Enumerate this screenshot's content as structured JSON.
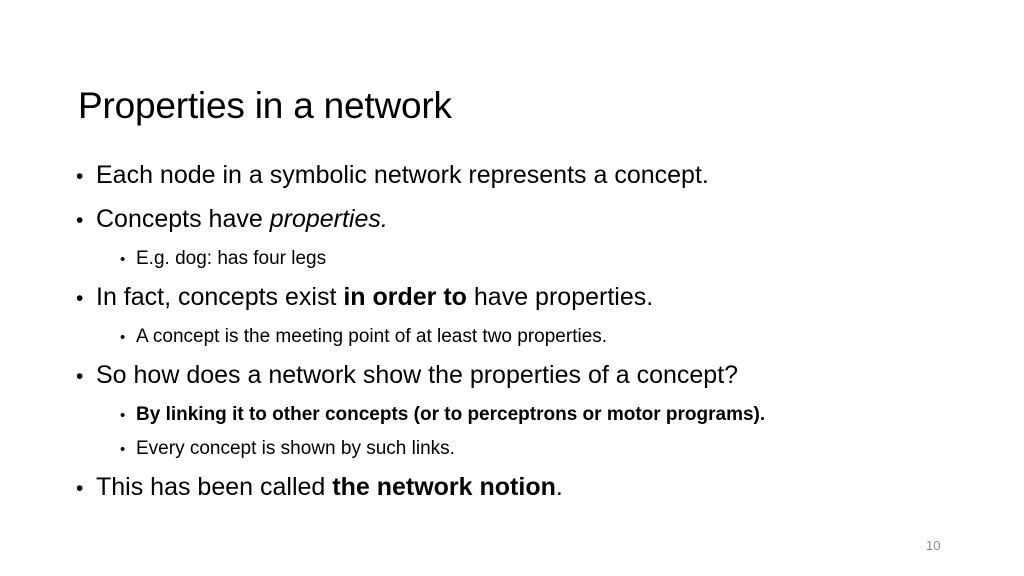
{
  "slide": {
    "title": "Properties in a network",
    "page_number": "10",
    "background_color": "#ffffff",
    "text_color": "#000000",
    "page_number_color": "#8a8a8a",
    "bullet_marker": "•",
    "content": [
      {
        "level": 1,
        "bold_line": false,
        "runs": [
          {
            "text": "Each node in a symbolic network represents a concept.",
            "style": "regular"
          }
        ]
      },
      {
        "level": 1,
        "bold_line": false,
        "runs": [
          {
            "text": "Concepts have ",
            "style": "regular"
          },
          {
            "text": "properties.",
            "style": "italic"
          }
        ]
      },
      {
        "level": 2,
        "bold_line": false,
        "runs": [
          {
            "text": "E.g. dog: has four legs",
            "style": "regular"
          }
        ]
      },
      {
        "level": 1,
        "bold_line": false,
        "runs": [
          {
            "text": "In fact, concepts exist ",
            "style": "regular"
          },
          {
            "text": "in order to",
            "style": "bold"
          },
          {
            "text": " have properties.",
            "style": "regular"
          }
        ]
      },
      {
        "level": 2,
        "bold_line": false,
        "runs": [
          {
            "text": "A concept is the meeting point of at least two properties.",
            "style": "regular"
          }
        ]
      },
      {
        "level": 1,
        "bold_line": false,
        "runs": [
          {
            "text": "So how does a network show the properties of a concept?",
            "style": "regular"
          }
        ]
      },
      {
        "level": 2,
        "bold_line": true,
        "runs": [
          {
            "text": "By linking it to other concepts (or to perceptrons or motor programs).",
            "style": "bold"
          }
        ]
      },
      {
        "level": 2,
        "bold_line": false,
        "runs": [
          {
            "text": "Every concept is shown by such links.",
            "style": "regular"
          }
        ]
      },
      {
        "level": 1,
        "bold_line": false,
        "runs": [
          {
            "text": "This has been called ",
            "style": "regular"
          },
          {
            "text": "the network notion",
            "style": "bold"
          },
          {
            "text": ".",
            "style": "regular"
          }
        ]
      }
    ]
  }
}
